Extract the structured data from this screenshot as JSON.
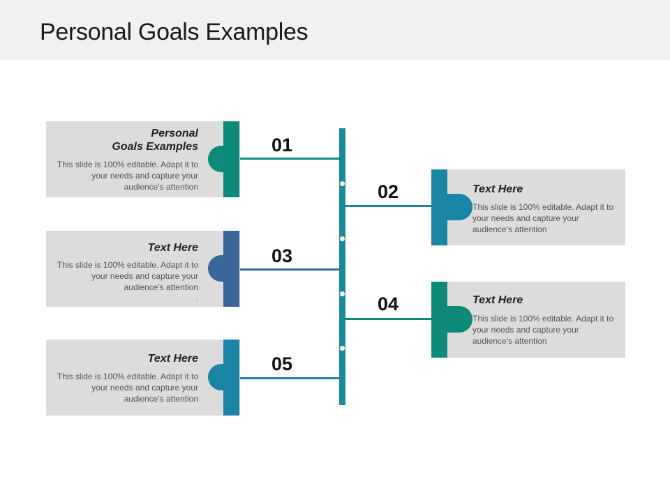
{
  "slide": {
    "title": "Personal Goals Examples"
  },
  "colors": {
    "header_bg": "#f1f1f1",
    "card_bg": "#dcdcdc",
    "teal_dark": "#0e8a79",
    "teal_blue": "#1b85a6",
    "navy": "#3a6699",
    "spine": "#1a8a98"
  },
  "items": [
    {
      "number": "01",
      "heading_line1": "Personal",
      "heading_line2": "Goals Examples",
      "body": "This slide is 100% editable. Adapt it to your needs and capture your audience's attention",
      "side": "left",
      "color": "#0e8a79"
    },
    {
      "number": "02",
      "heading": "Text Here",
      "body": "This slide is 100% editable. Adapt it to your needs and capture your audience's attention",
      "side": "right",
      "color": "#1b85a6"
    },
    {
      "number": "03",
      "heading": "Text Here",
      "body": "This slide is 100% editable. Adapt it to your needs and capture your audience's attention",
      "trailing_mark": ".",
      "side": "left",
      "color": "#3a6699"
    },
    {
      "number": "04",
      "heading": "Text Here",
      "body": "This slide is 100% editable. Adapt it to your needs and capture your audience's attention",
      "side": "right",
      "color": "#0e8a79"
    },
    {
      "number": "05",
      "heading": "Text Here",
      "body": "This slide is 100% editable. Adapt it to your needs and capture your audience's attention",
      "side": "left",
      "color": "#1b85a6"
    }
  ]
}
